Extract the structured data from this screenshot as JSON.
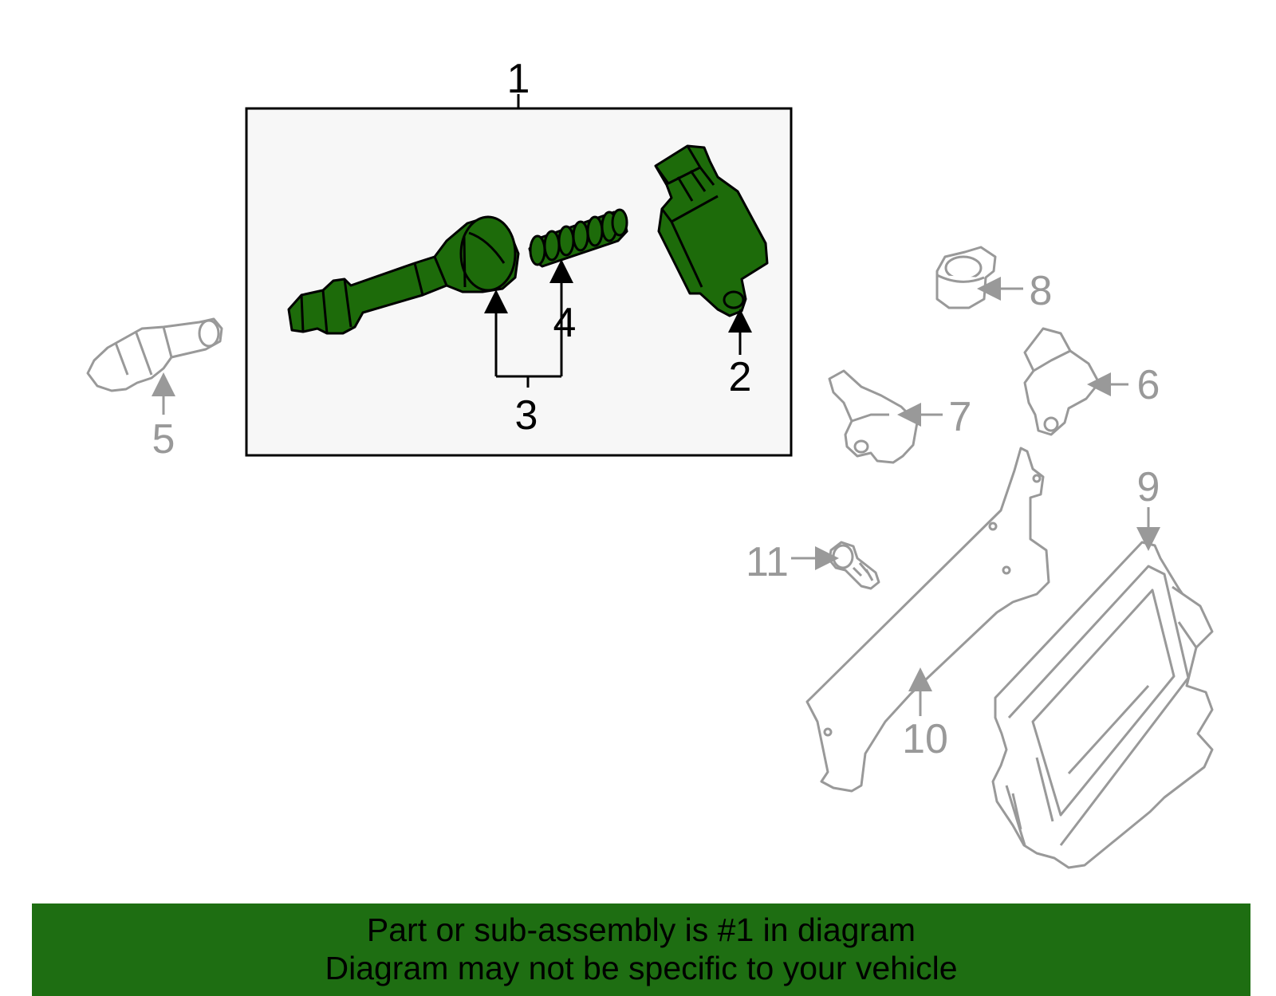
{
  "colors": {
    "part_fill": "#1d6b0a",
    "highlight_box": "#f7f7f7",
    "banner": "#1e6e12",
    "dark_line": "#000000",
    "grey_line": "#999999"
  },
  "callouts": {
    "c1": "1",
    "c2": "2",
    "c3": "3",
    "c4": "4",
    "c5": "5",
    "c6": "6",
    "c7": "7",
    "c8": "8",
    "c9": "9",
    "c10": "10",
    "c11": "11"
  },
  "banner": {
    "line1": "Part or sub-assembly is #1 in diagram",
    "line2": "Diagram may not be specific to your vehicle"
  }
}
